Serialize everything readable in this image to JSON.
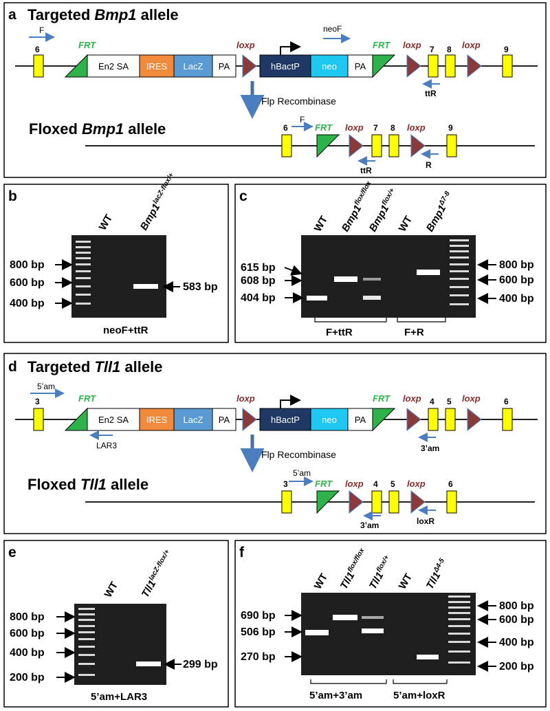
{
  "panels": {
    "a": {
      "label": "a",
      "title_pre": "Targeted ",
      "title_gene": "Bmp1",
      "title_post": " allele",
      "exons": [
        "6",
        "7",
        "8",
        "9"
      ],
      "frt": "FRT",
      "loxp": "loxp",
      "boxes": {
        "en2sa": "En2 SA",
        "ires": "IRES",
        "lacz": "LacZ",
        "pa": "PA",
        "hbactp": "hBactP",
        "neo": "neo"
      },
      "primers": {
        "f": "F",
        "neof": "neoF",
        "ttr": "ttR",
        "r": "R"
      },
      "flp": "Flp Recombinase",
      "floxed_pre": "Floxed ",
      "floxed_gene": "Bmp1",
      "floxed_post": " allele"
    },
    "b": {
      "label": "b",
      "lanes": [
        "WT",
        "Bmp1"
      ],
      "lane2_sup": "lacZ-flox/+",
      "ladder": [
        "800 bp",
        "600 bp",
        "400 bp"
      ],
      "band": "583 bp",
      "caption": "neoF+ttR"
    },
    "c": {
      "label": "c",
      "lanes": [
        "WT",
        "Bmp1",
        "Bmp1",
        "WT",
        "Bmp1"
      ],
      "sups": [
        "flox/flox",
        "flox/+",
        "Δ7-8"
      ],
      "left_sizes": [
        "615 bp",
        "608 bp",
        "404 bp"
      ],
      "ladder": [
        "800 bp",
        "600 bp",
        "400 bp"
      ],
      "captions": [
        "F+ttR",
        "F+R"
      ]
    },
    "d": {
      "label": "d",
      "title_pre": "Targeted ",
      "title_gene": "Tll1",
      "title_post": " allele",
      "exons": [
        "3",
        "4",
        "5",
        "6"
      ],
      "frt": "FRT",
      "loxp": "loxp",
      "boxes": {
        "en2sa": "En2 SA",
        "ires": "IRES",
        "lacz": "LacZ",
        "pa": "PA",
        "hbactp": "hBactP",
        "neo": "neo"
      },
      "primers": {
        "am5": "5’am",
        "lar3": "LAR3",
        "am3": "3’am",
        "loxr": "loxR"
      },
      "flp": "Flp Recombinase",
      "floxed_pre": "Floxed ",
      "floxed_gene": "Tll1",
      "floxed_post": " allele"
    },
    "e": {
      "label": "e",
      "lanes": [
        "WT",
        "Tll1"
      ],
      "lane2_sup": "lacZ-flox/+",
      "ladder": [
        "800 bp",
        "600 bp",
        "400 bp",
        "200 bp"
      ],
      "band": "299 bp",
      "caption": "5’am+LAR3"
    },
    "f": {
      "label": "f",
      "lanes": [
        "WT",
        "Tll1",
        "Tll1",
        "WT",
        "Tll1"
      ],
      "sups": [
        "flox/flox",
        "flox/+",
        "Δ4-5"
      ],
      "left_sizes": [
        "690 bp",
        "506 bp",
        "270 bp"
      ],
      "ladder": [
        "800 bp",
        "600 bp",
        "400 bp",
        "200 bp"
      ],
      "captions": [
        "5’am+3’am",
        "5’am+loxR"
      ]
    }
  },
  "colors": {
    "exon": "#ffff00",
    "frt": "#2db34a",
    "loxp": "#8b3a3a",
    "ires": "#f28a3c",
    "lacz": "#5b9bd5",
    "hbactp": "#1f3864",
    "neo": "#1ec8f0",
    "primer": "#4a7ebf",
    "gel": "#1e1e1e",
    "band": "#ffffff"
  }
}
